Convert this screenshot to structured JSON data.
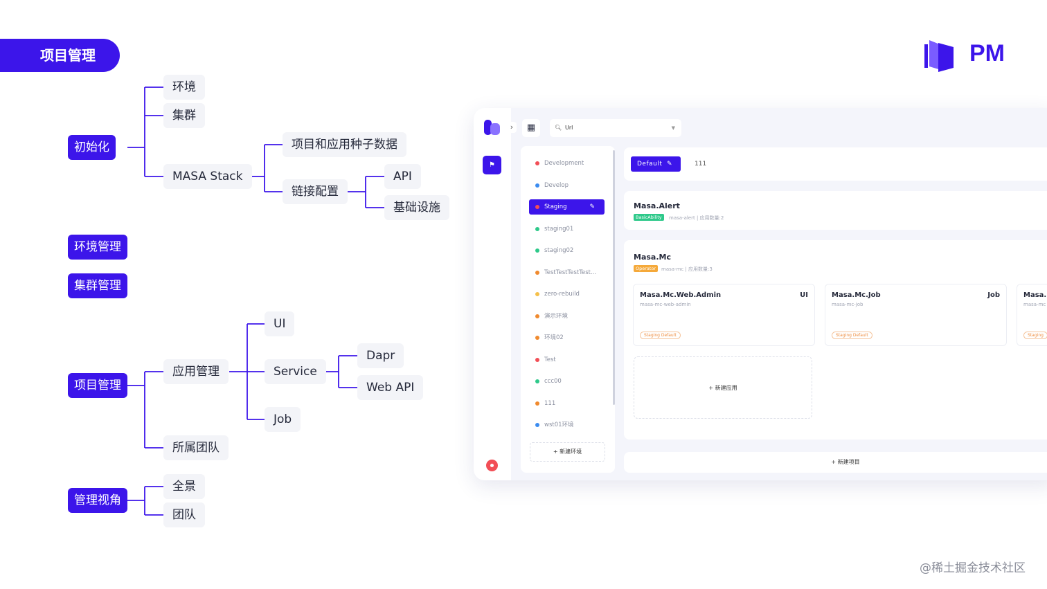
{
  "header": {
    "title": "项目管理",
    "brand": "PM",
    "watermark": "@稀土掘金技术社区"
  },
  "colors": {
    "accent": "#3c15ea",
    "node_bg": "#f3f4f8",
    "line": "#3c15ea"
  },
  "mindmap": {
    "init": {
      "label": "初始化",
      "children": [
        "环境",
        "集群",
        "MASA Stack"
      ],
      "masa_stack_children": [
        "项目和应用种子数据",
        "链接配置"
      ],
      "link_config_children": [
        "API",
        "基础设施"
      ]
    },
    "env_mgmt": "环境管理",
    "cluster_mgmt": "集群管理",
    "project_mgmt": {
      "label": "项目管理",
      "children": [
        "应用管理",
        "所属团队"
      ],
      "app_mgmt_children": [
        "UI",
        "Service",
        "Job"
      ],
      "service_children": [
        "Dapr",
        "Web API"
      ]
    },
    "mgmt_view": {
      "label": "管理视角",
      "children": [
        "全景",
        "团队"
      ]
    }
  },
  "app": {
    "search_value": "Url",
    "environments": [
      {
        "name": "Development",
        "color": "#f24e56"
      },
      {
        "name": "Develop",
        "color": "#3b8cf0"
      },
      {
        "name": "Staging",
        "color": "#f24e56",
        "active": true
      },
      {
        "name": "staging01",
        "color": "#2ec98a"
      },
      {
        "name": "staging02",
        "color": "#2ec98a"
      },
      {
        "name": "TestTestTestTest...",
        "color": "#f08a2e"
      },
      {
        "name": "zero-rebuild",
        "color": "#f5c04a"
      },
      {
        "name": "演示环境",
        "color": "#f08a2e"
      },
      {
        "name": "环境02",
        "color": "#f08a2e"
      },
      {
        "name": "Test",
        "color": "#f24e56"
      },
      {
        "name": "ccc00",
        "color": "#2ec98a"
      },
      {
        "name": "111",
        "color": "#f08a2e"
      },
      {
        "name": "wst01环境",
        "color": "#3b8cf0"
      }
    ],
    "new_env": "+ 新建环境",
    "cluster": {
      "label": "Default",
      "count": "111"
    },
    "projects": [
      {
        "name": "Masa.Alert",
        "tag": "BasicAbility",
        "tag_color": "#2ec98a",
        "meta": "masa-alert  |  应用数量:2"
      },
      {
        "name": "Masa.Mc",
        "tag": "Operator",
        "tag_color": "#f5a93a",
        "meta": "masa-mc  |  应用数量:3"
      }
    ],
    "apps": [
      {
        "name": "Masa.Mc.Web.Admin",
        "type": "UI",
        "id": "masa-mc-web-admin",
        "badge": "Staging Default"
      },
      {
        "name": "Masa.Mc.Job",
        "type": "Job",
        "id": "masa-mc-job",
        "badge": "Staging Default"
      },
      {
        "name": "Masa.M",
        "type": "",
        "id": "masa-mc",
        "badge": "Staging"
      }
    ],
    "new_app": "+ 新建应用",
    "new_project": "+ 新建项目"
  }
}
